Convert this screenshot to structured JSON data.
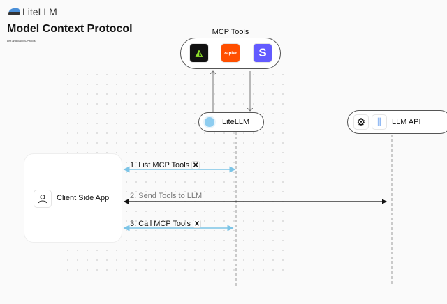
{
  "header": {
    "brand": "LiteLLM",
    "title": "Model Context Protocol",
    "subtitle": "List and call MCP tools"
  },
  "mcp_tools": {
    "title": "MCP Tools",
    "tools": [
      {
        "name": "triangle-tool-icon",
        "color": "#111111"
      },
      {
        "name": "zapier",
        "label": "zapier",
        "color": "#ff4f00"
      },
      {
        "name": "stripe",
        "label": "S",
        "color": "#635bff"
      }
    ]
  },
  "nodes": {
    "litellm": "LiteLLM",
    "llm_api": "LLM API",
    "client": "Client Side App"
  },
  "steps": [
    {
      "label": "1. List MCP Tools",
      "icon": "tools-icon",
      "color": "#7cc4e6"
    },
    {
      "label": "2. Send Tools to LLM",
      "color": "#111111"
    },
    {
      "label": "3. Call MCP Tools",
      "icon": "tools-icon",
      "color": "#7cc4e6"
    }
  ]
}
